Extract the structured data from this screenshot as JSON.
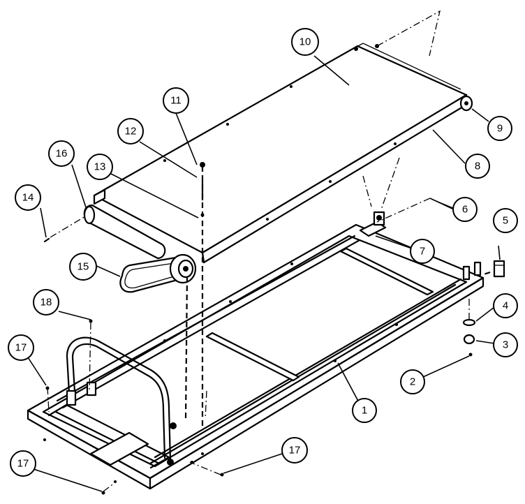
{
  "diagram": {
    "parts": [
      {
        "key": "frame",
        "label": "1"
      },
      {
        "key": "screw",
        "label": "2"
      },
      {
        "key": "foot",
        "label": "3"
      },
      {
        "key": "washer",
        "label": "4"
      },
      {
        "key": "spacer",
        "label": "5"
      },
      {
        "key": "adjust-bolt",
        "label": "6"
      },
      {
        "key": "bracket",
        "label": "7"
      },
      {
        "key": "deck-rail",
        "label": "8"
      },
      {
        "key": "rear-roller",
        "label": "9"
      },
      {
        "key": "deck-belt",
        "label": "10"
      },
      {
        "key": "bolt",
        "label": "11"
      },
      {
        "key": "spring",
        "label": "12"
      },
      {
        "key": "mount-bolt",
        "label": "13"
      },
      {
        "key": "front-bolt",
        "label": "14"
      },
      {
        "key": "drive-belt",
        "label": "15"
      },
      {
        "key": "front-roller",
        "label": "16"
      },
      {
        "key": "cap-screw-left",
        "label": "17"
      },
      {
        "key": "cap-screw-bottom-left",
        "label": "17"
      },
      {
        "key": "cap-screw-bottom-right",
        "label": "17"
      },
      {
        "key": "handrail-screw",
        "label": "18"
      }
    ]
  }
}
